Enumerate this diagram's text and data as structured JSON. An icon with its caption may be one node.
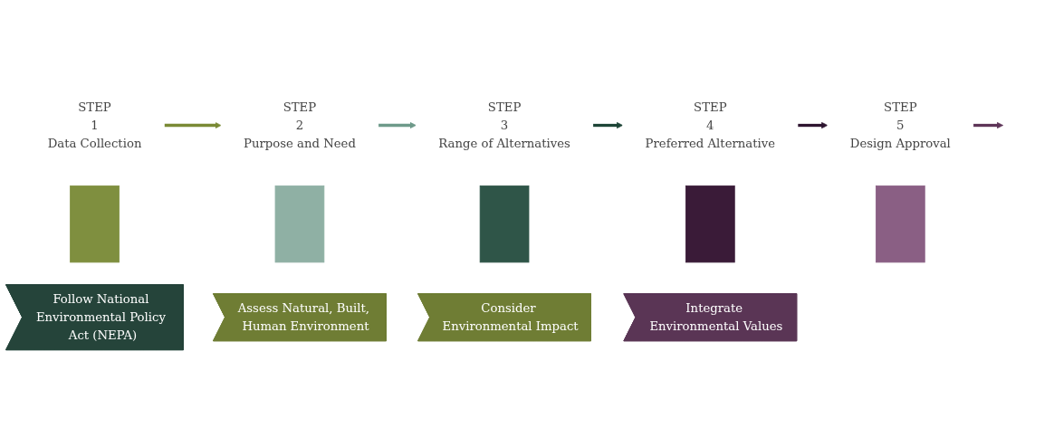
{
  "diagram": {
    "nodes": [
      {
        "text": [
          "STEP",
          "1",
          "Data Collection"
        ]
      },
      {
        "text": [
          "STEP",
          "2",
          "Purpose and Need"
        ]
      },
      {
        "text": [
          "STEP",
          "3",
          "Range of Alternatives"
        ]
      },
      {
        "text": [
          "STEP",
          "4",
          "Preferred Alternative"
        ]
      },
      {
        "text": [
          "STEP",
          "5",
          "Design Approval"
        ]
      },
      {
        "text": [],
        "shape": "box"
      },
      {
        "text": [],
        "shape": "box"
      },
      {
        "text": [],
        "shape": "box"
      },
      {
        "text": [],
        "shape": "box"
      },
      {
        "text": [],
        "shape": "box"
      },
      {
        "text": [
          "Follow National Environmental Policy Act (NEPA)"
        ]
      },
      {
        "text": [
          "Assess Natural, Built, Human Environment"
        ]
      },
      {
        "text": [
          "Consider Environmental Impact"
        ]
      },
      {
        "text": [
          "Integrate Environmental Values"
        ]
      }
    ],
    "edges": [
      {
        "from": 0,
        "to": 1,
        "arrow": "to",
        "color": "#7a8a35"
      },
      {
        "from": 1,
        "to": 2,
        "arrow": "to",
        "color": "#6e9a8a"
      },
      {
        "from": 2,
        "to": 3,
        "arrow": "to",
        "color": "#1e4537"
      },
      {
        "from": 3,
        "to": 4,
        "arrow": "to",
        "color": "#2e1530"
      },
      {
        "from": 4,
        "to": null,
        "arrow": "to",
        "color": "#5e3558"
      }
    ]
  }
}
